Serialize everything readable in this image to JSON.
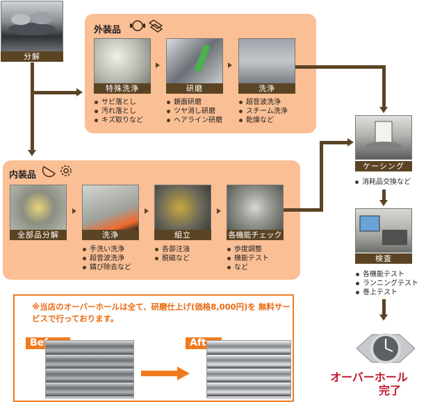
{
  "disassembly": {
    "label": "分解"
  },
  "exterior": {
    "title": "外装品",
    "steps": [
      {
        "label": "特殊洗浄",
        "bullets": [
          "サビ落とし",
          "汚れ落とし",
          "キズ取りなど"
        ]
      },
      {
        "label": "研磨",
        "bullets": [
          "鏡面研磨",
          "ツヤ消し研磨",
          "ヘアライン研磨"
        ]
      },
      {
        "label": "洗浄",
        "bullets": [
          "超音波洗浄",
          "スチーム洗浄",
          "乾燥など"
        ]
      }
    ]
  },
  "interior": {
    "title": "内装品",
    "steps": [
      {
        "label": "全部品分解",
        "bullets": []
      },
      {
        "label": "洗浄",
        "bullets": [
          "手洗い洗浄",
          "超音波洗浄",
          "錆び除去など"
        ]
      },
      {
        "label": "組立",
        "bullets": [
          "各部注油",
          "脱磁など"
        ]
      },
      {
        "label": "各機能チェック",
        "bullets": [
          "歩度調整",
          "機能テスト",
          "など"
        ]
      }
    ]
  },
  "casing": {
    "label": "ケーシング",
    "bullets": [
      "消耗品交換など"
    ]
  },
  "inspection": {
    "label": "検査",
    "bullets": [
      "各機能テスト",
      "ランニングテスト",
      "巻上テスト"
    ]
  },
  "note": {
    "text": "※当店のオーバーホールは全て、研磨仕上げ(価格8,000円)を 無料サービスで行っております。",
    "before_label": "Before",
    "after_label": "After"
  },
  "complete": {
    "line1": "オーバーホール",
    "line2": "完了"
  },
  "colors": {
    "panel": "#fbbf95",
    "caption": "#5b4424",
    "accent": "#f07a1e",
    "complete": "#c0182a"
  },
  "icons": [
    "watch-case-icon",
    "watch-band-icon",
    "movement-icon",
    "gear-icon",
    "arrow-right-icon"
  ]
}
